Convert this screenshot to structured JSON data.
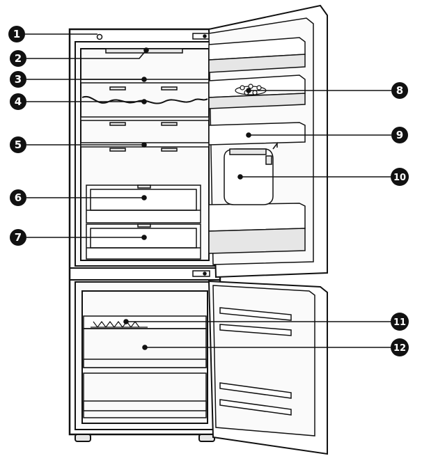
{
  "diagram": {
    "callouts": [
      {
        "number": "1"
      },
      {
        "number": "2"
      },
      {
        "number": "3"
      },
      {
        "number": "4"
      },
      {
        "number": "5"
      },
      {
        "number": "6"
      },
      {
        "number": "7"
      },
      {
        "number": "8"
      },
      {
        "number": "9"
      },
      {
        "number": "10"
      },
      {
        "number": "11"
      },
      {
        "number": "12"
      }
    ],
    "colors": {
      "outline": "#111111",
      "interior": "#ffffff",
      "shade": "#e6e6e6",
      "badge": "#111111"
    }
  }
}
